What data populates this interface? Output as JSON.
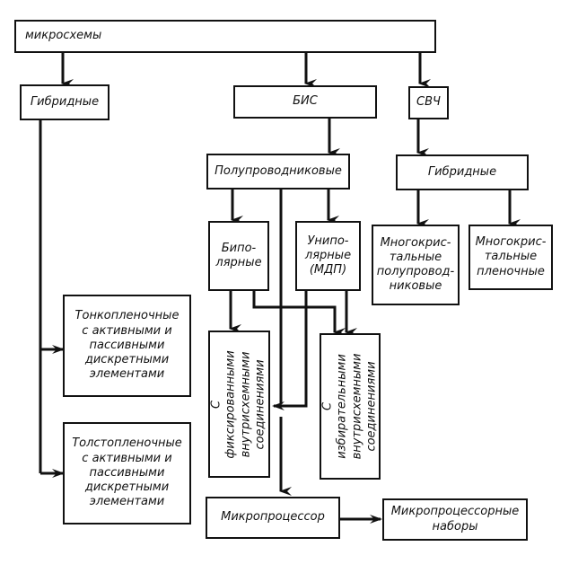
{
  "diagram": {
    "root": "микросхемы",
    "hybrid_top": "Гибридные",
    "lsi": "БИС",
    "microwave": "СВЧ",
    "semiconductor": "Полупроводниковые",
    "hybrid_lsi": "Гибридные",
    "bipolar": "Бипо-\nлярные",
    "unipolar": "Унипо-\nлярные\n(МДП)",
    "multichip_semi": "Многокрис-\nтальные\nполупровод-\nниковые",
    "multichip_film": "Многокрис-\nтальные\nпленочные",
    "thin_film": "Тонкопленочные\nс активными и\nпассивными\nдискретными\nэлементами",
    "thick_film": "Толстопленочные\nс активными и\nпассивными\nдискретными\nэлементами",
    "fixed_conn": "С фиксированными\nвнутрисхемными\nсоединениями",
    "selective_conn": "С избирательными\nвнутрисхемными\nсоединениями",
    "microprocessor": "Микропроцессор",
    "mp_sets": "Микропроцессорные\nнаборы"
  }
}
